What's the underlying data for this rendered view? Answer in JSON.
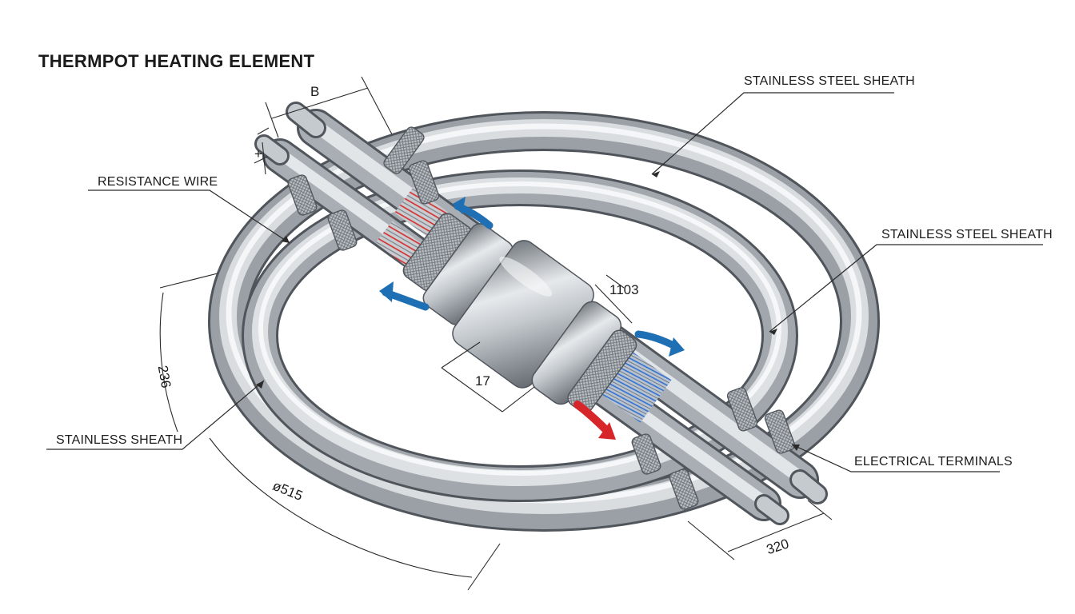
{
  "title": "THERMPOT HEATING ELEMENT",
  "callouts": {
    "top_right": "STAINLESS STEEL SHEATH",
    "mid_right": "STAINLESS STEEL SHEATH",
    "left_top": "RESISTANCE WIRE",
    "left_bottom": "STAINLESS SHEATH",
    "bottom_right": "ELECTRICAL TERMINALS"
  },
  "dimensions": {
    "b": "B",
    "small": "+",
    "d1103": "1103",
    "d17": "17",
    "d236": "236",
    "dia515": "ø515",
    "d320": "320"
  },
  "colors": {
    "steel_dark": "#6f747a",
    "steel_mid": "#b9bec3",
    "steel_light": "#eef0f2",
    "hot_flow": "#d7262a",
    "cool_flow": "#1f6fb5",
    "wire_red": "#d42a2a",
    "wire_blue": "#2f6fd0"
  }
}
